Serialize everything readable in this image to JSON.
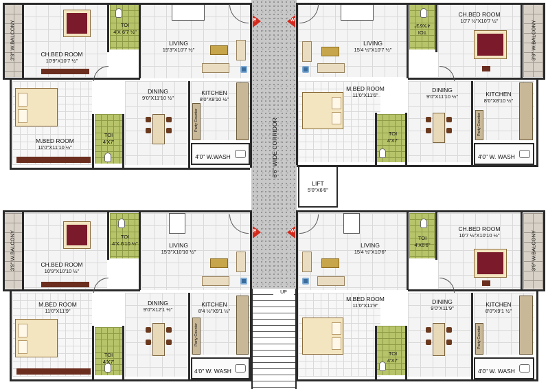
{
  "plan": {
    "corridor_label": "6'6\" WIDE CORRIDOR",
    "up_label": "UP",
    "lift": {
      "name": "LIFT",
      "dim": "5'0\"X6'6\""
    },
    "entries": {
      "east": "E",
      "west": "W"
    },
    "colors": {
      "entry_marker": "#d42a1e",
      "bed_cover": "#7a1a2a",
      "toilet_tile": "#b8c46a",
      "wood": "#6b2e1e"
    },
    "units": [
      {
        "id": "2",
        "entry": "E",
        "balcony": "3'9\" W.BALCONY",
        "ch_bed": {
          "name": "CH.BED ROOM",
          "dim": "10'9\"X10'7 ½\""
        },
        "toi_top": {
          "name": "TOI",
          "dim": "4'X 6'7 ½\""
        },
        "living": {
          "name": "LIVING",
          "dim": "15'3\"X10'7 ½\""
        },
        "m_bed": {
          "name": "M.BED ROOM",
          "dim": "11'0\"X11'10 ½\""
        },
        "dining": {
          "name": "DINING",
          "dim": "9'0\"X11'10 ½\""
        },
        "kitchen": {
          "name": "KITCHEN",
          "dim": "8'0\"X8'10 ½\""
        },
        "toi_bottom": {
          "name": "TOI",
          "dim": "4'X7'"
        },
        "wash": "4'0\" W.WASH",
        "party_counter": "Party Counter"
      },
      {
        "id": "3",
        "entry": "W",
        "balcony": "3'9\" W.BALCONY",
        "ch_bed": {
          "name": "CH.BED ROOM",
          "dim": "10'7 ½\"X10'7 ½\""
        },
        "toi_top": {
          "name": "TOI",
          "dim": "4'X6'3\""
        },
        "living": {
          "name": "LIVING",
          "dim": "15'4 ½\"X10'7 ½\""
        },
        "m_bed": {
          "name": "M.BED ROOM",
          "dim": "11'0\"X11'6\""
        },
        "dining": {
          "name": "DINING",
          "dim": "9'0\"X11'10 ½\""
        },
        "kitchen": {
          "name": "KITCHEN",
          "dim": "8'0\"X8'10 ½\""
        },
        "toi_bottom": {
          "name": "TOI",
          "dim": "4'X7'"
        },
        "wash": "4'0\" W. WASH",
        "party_counter": "Party Counter"
      },
      {
        "id": "1",
        "entry": "E",
        "balcony": "3'9\" W.BALCONY",
        "ch_bed": {
          "name": "CH.BED ROOM",
          "dim": "10'9\"X10'10 ½\""
        },
        "toi_top": {
          "name": "TOI",
          "dim": "4'X 6'10 ½\""
        },
        "living": {
          "name": "LIVING",
          "dim": "15'3\"X10'10 ½\""
        },
        "m_bed": {
          "name": "M.BED ROOM",
          "dim": "11'0\"X11'9\""
        },
        "dining": {
          "name": "DINING",
          "dim": "9'0\"X12'1 ½\""
        },
        "kitchen": {
          "name": "KITCHEN",
          "dim": "8'4 ½\"X9'1 ½\""
        },
        "toi_bottom": {
          "name": "TOI",
          "dim": "4'X7'"
        },
        "wash": "4'0\" W. WASH",
        "party_counter": "Party Counter"
      },
      {
        "id": "4",
        "entry": "W",
        "balcony": "3'9\" W.BALCONY",
        "ch_bed": {
          "name": "CH.BED ROOM",
          "dim": "10'7 ½\"X10'10 ½\""
        },
        "toi_top": {
          "name": "TOI",
          "dim": "4'X6'6\""
        },
        "living": {
          "name": "LIVING",
          "dim": "15'4 ½\"X10'6\""
        },
        "m_bed": {
          "name": "M.BED ROOM",
          "dim": "11'0\"X11'9\""
        },
        "dining": {
          "name": "DINING",
          "dim": "9'0\"X11'9\""
        },
        "kitchen": {
          "name": "KITCHEN",
          "dim": "8'0\"X9'1 ½\""
        },
        "toi_bottom": {
          "name": "TOI",
          "dim": "4'X7'"
        },
        "wash": "4'0\" W. WASH",
        "party_counter": "Party Counter"
      }
    ]
  }
}
